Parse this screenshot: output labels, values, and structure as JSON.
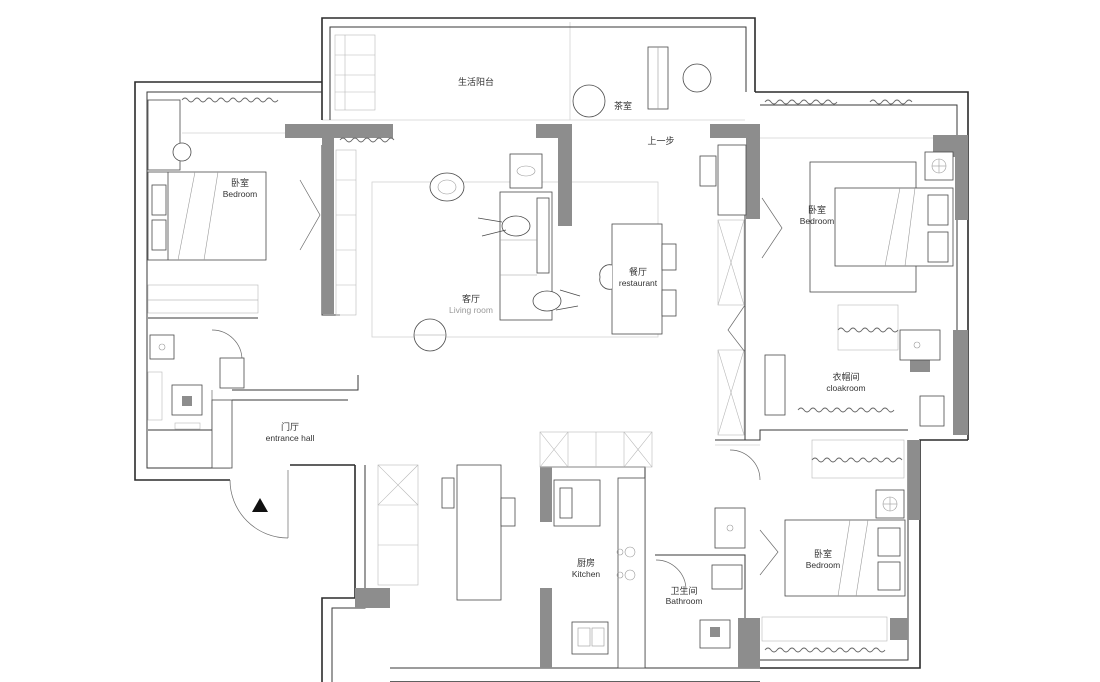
{
  "rooms": {
    "balcony": {
      "cn": "生活阳台"
    },
    "tea_room": {
      "cn": "茶室"
    },
    "step_up": {
      "cn": "上一步"
    },
    "bedroom_left": {
      "cn": "卧室",
      "en": "Bedroom"
    },
    "bedroom_right_top": {
      "cn": "卧室",
      "en": "Bedroom"
    },
    "restaurant": {
      "cn": "餐厅",
      "en": "restaurant"
    },
    "living_room": {
      "cn": "客厅",
      "en": "Living room"
    },
    "cloakroom": {
      "cn": "衣帽间",
      "en": "cloakroom"
    },
    "entrance_hall": {
      "cn": "门厅",
      "en": "entrance hall"
    },
    "kitchen": {
      "cn": "厨房",
      "en": "Kitchen"
    },
    "bathroom": {
      "cn": "卫生间",
      "en": "Bathroom"
    },
    "bedroom_right_bottom": {
      "cn": "卧室",
      "en": "Bedroom"
    }
  },
  "icons": {
    "entrance_marker": "triangle-arrow-icon"
  }
}
